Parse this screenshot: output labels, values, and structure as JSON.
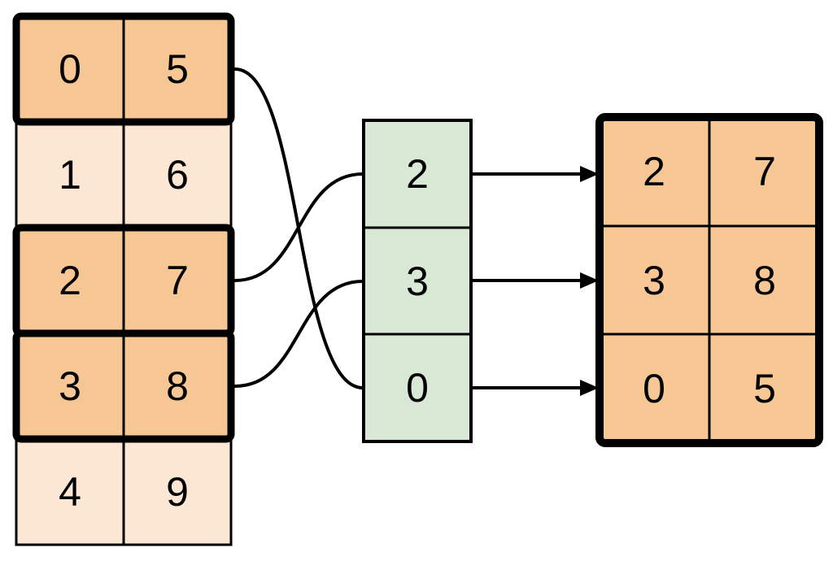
{
  "colors": {
    "background": "#FFFFFF",
    "highlighted_cell": "#F6C794",
    "plain_cell": "#FBE7D3",
    "index_cell": "#D8E8D4",
    "line": "#000000"
  },
  "source_table": {
    "rows": [
      {
        "cells": [
          "0",
          "5"
        ],
        "highlighted": true
      },
      {
        "cells": [
          "1",
          "6"
        ],
        "highlighted": false
      },
      {
        "cells": [
          "2",
          "7"
        ],
        "highlighted": true
      },
      {
        "cells": [
          "3",
          "8"
        ],
        "highlighted": true
      },
      {
        "cells": [
          "4",
          "9"
        ],
        "highlighted": false
      }
    ]
  },
  "index_column": {
    "cells": [
      "2",
      "3",
      "0"
    ]
  },
  "result_table": {
    "rows": [
      {
        "cells": [
          "2",
          "7"
        ]
      },
      {
        "cells": [
          "3",
          "8"
        ]
      },
      {
        "cells": [
          "0",
          "5"
        ]
      }
    ]
  },
  "connections": {
    "source_row_to_index": [
      {
        "from_source_row": "0",
        "to_index_cell": "0"
      },
      {
        "from_source_row": "2",
        "to_index_cell": "2"
      },
      {
        "from_source_row": "3",
        "to_index_cell": "3"
      }
    ],
    "index_to_result": [
      {
        "from_index_cell": "2",
        "to_result_row": "2 7"
      },
      {
        "from_index_cell": "3",
        "to_result_row": "3 8"
      },
      {
        "from_index_cell": "0",
        "to_result_row": "0 5"
      }
    ]
  }
}
